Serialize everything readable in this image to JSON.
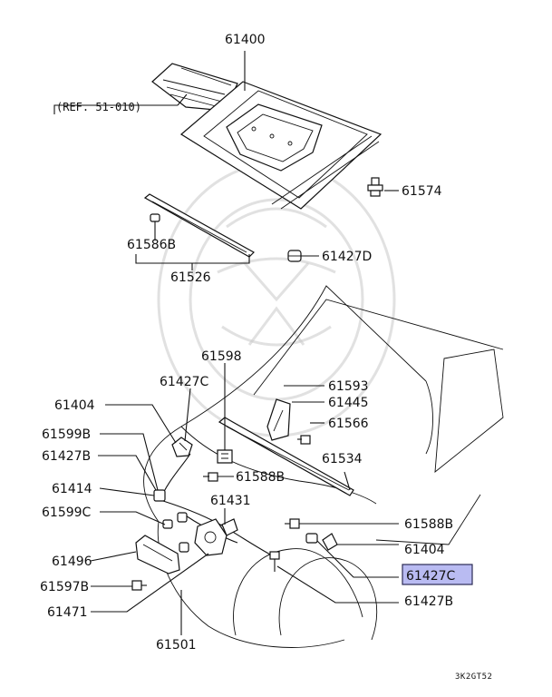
{
  "diagram": {
    "reference": "(REF. 51-010)",
    "diagram_code": "3K2GT52",
    "highlight_color": "#b9bbf2",
    "highlighted_part": "61427C",
    "labels": {
      "p61400": "61400",
      "p61574": "61574",
      "p61586B": "61586B",
      "p61526": "61526",
      "p61427D": "61427D",
      "p61598": "61598",
      "p61427C_top": "61427C",
      "p61593": "61593",
      "p61445": "61445",
      "p61566": "61566",
      "p61534": "61534",
      "p61404_left": "61404",
      "p61599B": "61599B",
      "p61427B_left": "61427B",
      "p61588B_mid": "61588B",
      "p61414": "61414",
      "p61431": "61431",
      "p61599C": "61599C",
      "p61588B_right": "61588B",
      "p61404_right": "61404",
      "p61496": "61496",
      "p61427C_right": "61427C",
      "p61597B": "61597B",
      "p61427B_right": "61427B",
      "p61471": "61471",
      "p61501": "61501"
    }
  }
}
